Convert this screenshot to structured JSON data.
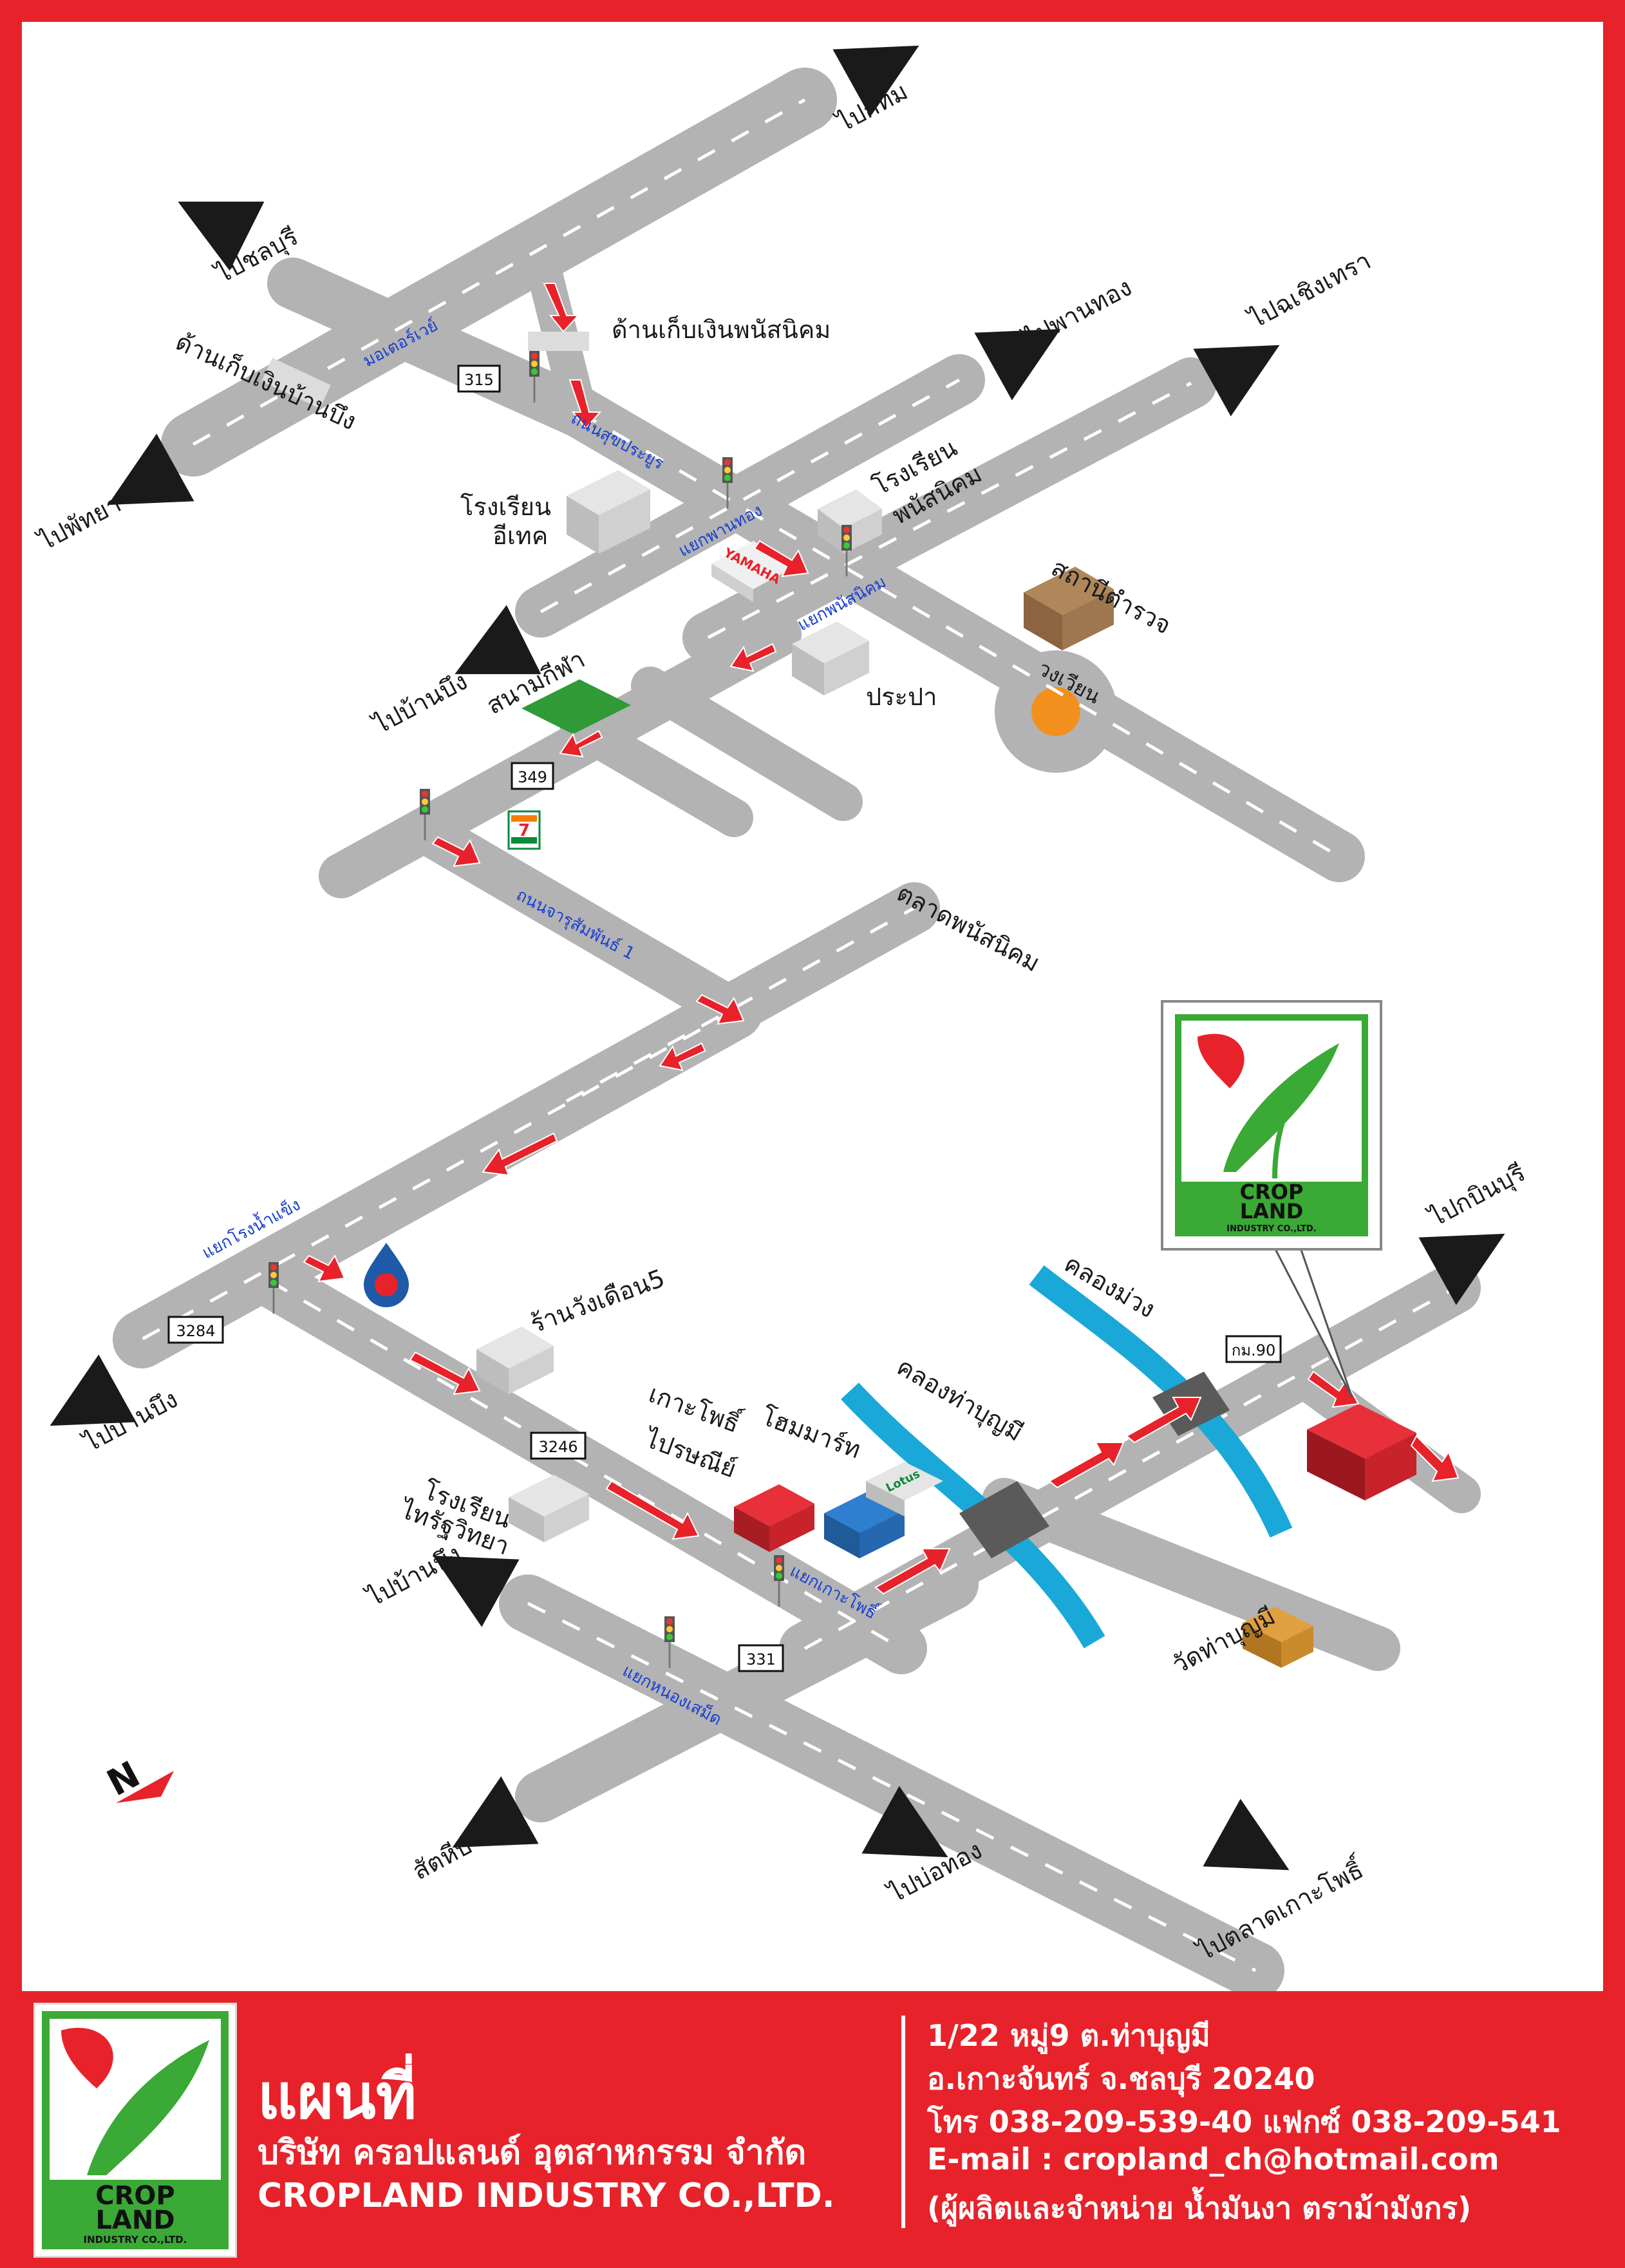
{
  "destinations": {
    "bangkok": "ไปกทม",
    "chonburi": "ไปชลบุรี",
    "pattaya": "ไปพัทยา",
    "phanthong": "ไปพานทอง",
    "chachoengsao": "ไปฉเชิงเทรา",
    "banbueng_1": "ไปบ้านบึง",
    "banbueng_2": "ไปบ้านบึง",
    "banbueng_3": "ไปบ้านบึง",
    "kabinburi": "ไปกบินบุรี",
    "sattahip": "สัตหีบ",
    "bothong": "ไปบ่อทอง",
    "talat_kohpho": "ไปตลาดเกาะโพธิ์"
  },
  "places": {
    "toll_phanat": "ด้านเก็บเงินพนัสนิคม",
    "toll_banbueng": "ด้านเก็บเงินบ้านบึง",
    "school_etech_1": "โรงเรียน",
    "school_etech_2": "อีเทค",
    "school_phanat_1": "โรงเรียน",
    "school_phanat_2": "พนัสนิคม",
    "police": "สถานีตำรวจ",
    "roundabout": "วงเวียน",
    "stadium": "สนามกีฬา",
    "waterworks": "ประปา",
    "market": "ตลาดพนัสนิคม",
    "shop": "ร้านวังเดือน5",
    "school_thai_1": "โรงเรียน",
    "school_thai_2": "ไทรัฐวิทยา",
    "kohpho": "เกาะโพธิ์",
    "homemart": "โฮมมาร์ท",
    "post": "ไปรษณีย์",
    "canal_1": "คลองท่าบุญมี",
    "canal_2": "คลองม่วง",
    "temple": "วัดท่าบุญมี",
    "km": "กม.90",
    "yamaha": "YAMAHA",
    "seven": "7",
    "lotus": "Lotus"
  },
  "roads": {
    "motorway": "มอเตอร์เวย์",
    "sukprayoon": "ถนนสุขประยูร",
    "jit_phanthong": "แยกพานทอง",
    "jit_phanat": "แยกพนัสนิคม",
    "charusamphan": "ถนนจารุสัมพันธ์ 1",
    "jit_rongnamkhaeng": "แยกโรงน้ำแข็ง",
    "jit_kohpho": "แยกเกาะโพธิ์",
    "jit_nongsamed": "แยกหนองเสม็ด",
    "r315": "315",
    "r349": "349",
    "r3284": "3284",
    "r3246": "3246",
    "r331": "331"
  },
  "compass": "N",
  "logo": {
    "line1": "CROP",
    "line2": "LAND",
    "line3": "INDUSTRY CO.,LTD."
  },
  "footer": {
    "title": "แผนที่",
    "company_th": "บริษัท ครอปแลนด์ อุตสาหกรรม จำกัด",
    "company_en": "CROPLAND INDUSTRY CO.,LTD.",
    "addr1": "1/22 หมู่9 ต.ท่าบุญมี",
    "addr2": "อ.เกาะจันทร์  จ.ชลบุรี  20240",
    "phone": "โทร 038-209-539-40 แฟกซ์ 038-209-541",
    "email": "E-mail : cropland_ch@hotmail.com",
    "note": "(ผู้ผลิตและจำหน่าย  น้ำมันงา ตราม้ามังกร)"
  },
  "colors": {
    "frame": "#e8222a",
    "road": "#b3b3b3",
    "road_edge": "#a5a5a5",
    "route_arrow": "#e8222a",
    "canal": "#1aa8d8",
    "logo_green": "#3aa935"
  }
}
